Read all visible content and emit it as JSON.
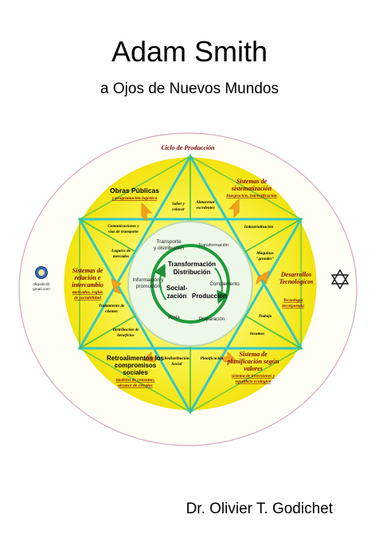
{
  "book": {
    "title": "Adam Smith",
    "subtitle": "a Ojos de Nuevos Mundos",
    "author": "Dr. Olivier T. Godichet"
  },
  "diagram": {
    "cycle_title": "Ciclo de Producción",
    "center": [
      "Transformación",
      "Distribución",
      "Social-",
      "zación",
      "Producción"
    ],
    "inner_ring": {
      "transporte": [
        "Transporte",
        "y distribución"
      ],
      "transformacion": "Transformación",
      "informacion": [
        "Información y",
        "promoción"
      ],
      "complemento": "Complemento",
      "venta": "Venta",
      "preparacion": "Preparación"
    },
    "sectors": {
      "obras": {
        "title": [
          "Obras Públicas"
        ],
        "sub": [
          "y programación logística"
        ]
      },
      "sistemas_sist": {
        "title": [
          "Sistemas de",
          "sistematización"
        ],
        "sub": [
          "Integración, Intensificación"
        ]
      },
      "relacion": {
        "title": [
          "Sistemas de",
          "relación e",
          "intercambio"
        ],
        "sub": [
          "mercados, reglas",
          "de sociabilidad"
        ]
      },
      "desarrollos": {
        "title": [
          "Desarrollos",
          "Tecnológicos"
        ],
        "sub": [
          "Tecnología",
          "incorporada"
        ]
      },
      "retro": {
        "title": [
          "Retroalimentos los",
          "compromisos",
          "sociales"
        ],
        "sub": [
          "modelos de consumo,",
          "alcance de círculos"
        ]
      },
      "planificacion": {
        "title": [
          "Sistema de",
          "planificación según",
          "valores"
        ],
        "sub": [
          "sistema de inversiones y",
          "equilibrio ecológico"
        ]
      }
    },
    "small_labels": {
      "saber": [
        "Saber y",
        "colocar"
      ],
      "almacenar": [
        "Almacenar",
        "excedentes"
      ],
      "comunicaciones": [
        "Comunicaciones y",
        "vías de transporte"
      ],
      "industrializacion": "Industrialización",
      "lugares": [
        "Lugares de",
        "mercados"
      ],
      "maquinas": [
        "Máquinas",
        "\"grandes\""
      ],
      "tratamiento": [
        "Tratamiento de",
        "clientes"
      ],
      "trabajo": "Trabajo",
      "distribucion_benef": [
        "Distribución de",
        "beneficios"
      ],
      "insumos": "Insumos",
      "redistribucion": [
        "Redistribución",
        "Social"
      ],
      "planificacion_small": "Planificación"
    },
    "logo_text": [
      "oligodic@",
      "gmail.com"
    ]
  },
  "colors": {
    "outer_fill": "#fefef6",
    "outer_stroke": "#cc88aa",
    "yellow": "#f7ee1f",
    "star_stroke": "#2fc4c8",
    "inner_green": "#3cc23c",
    "center_fill": "#e9f6e2"
  }
}
